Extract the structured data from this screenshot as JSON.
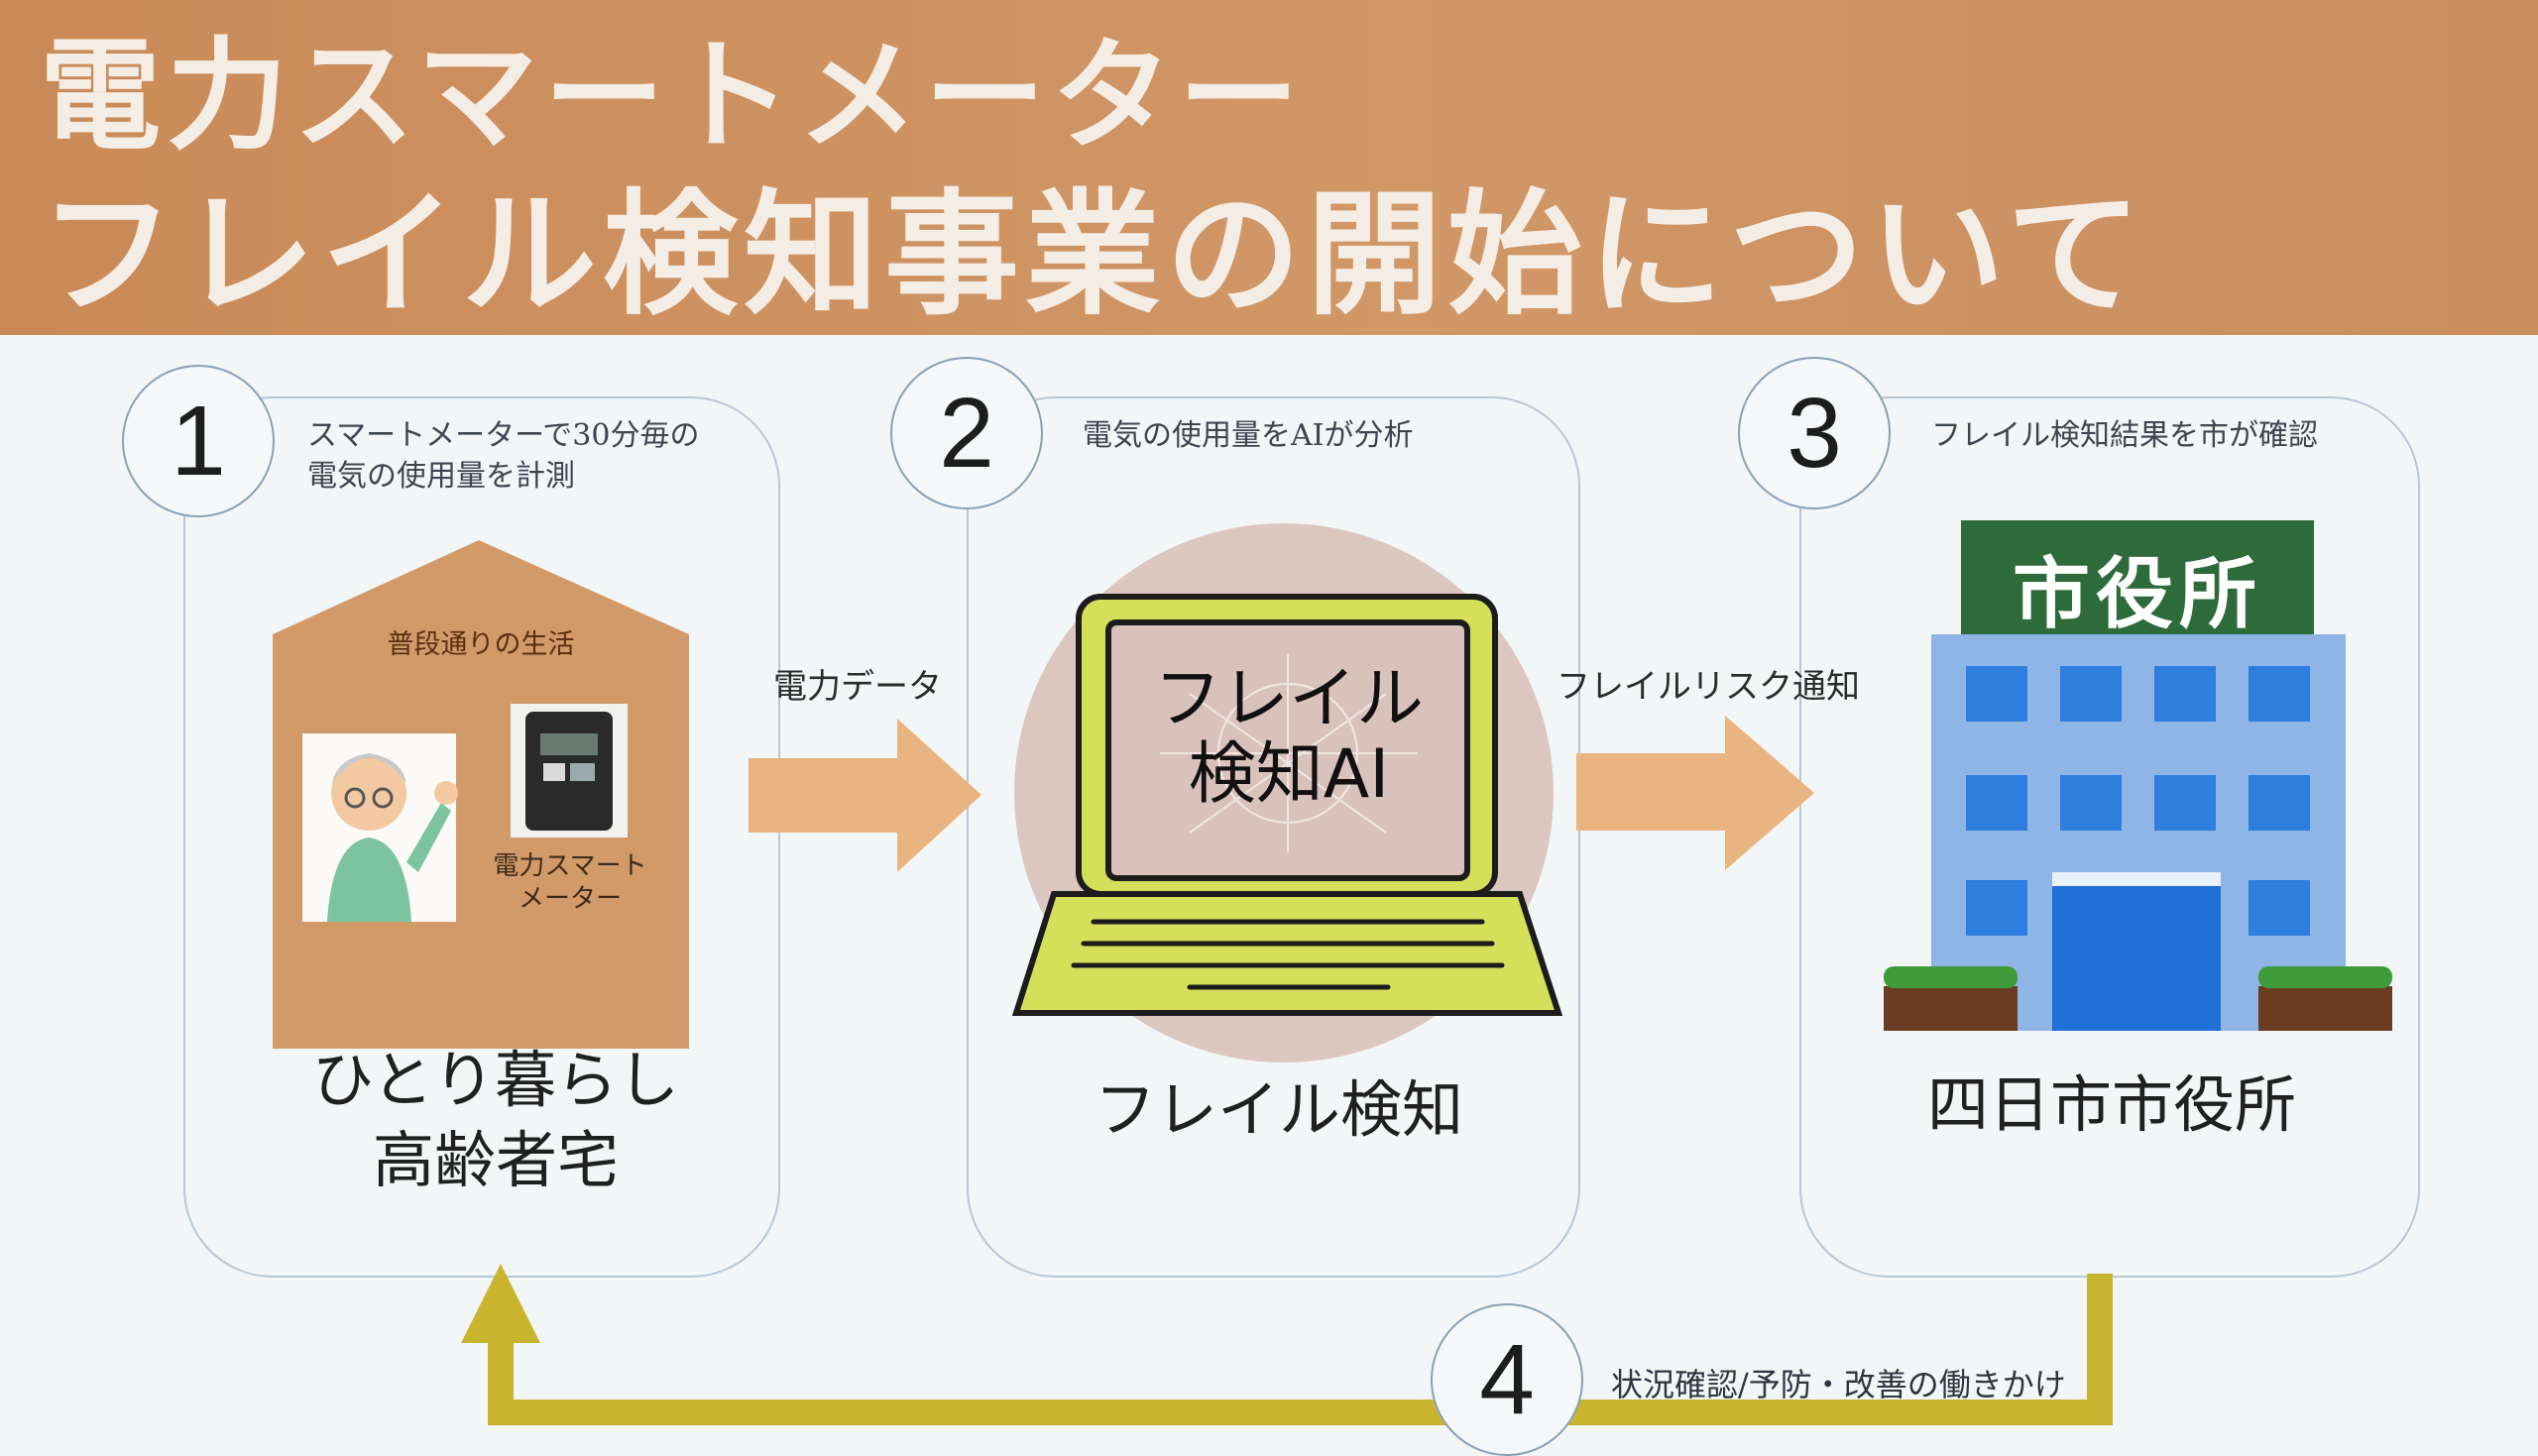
{
  "title": {
    "line1": "電力スマートメーター",
    "line2": "フレイル検知事業の開始について"
  },
  "steps": [
    {
      "number": "1",
      "description_lines": [
        "スマートメーターで30分毎の",
        "電気の使用量を計測"
      ],
      "caption_lines": [
        "ひとり暮らし",
        "高齢者宅"
      ],
      "house_label": "普段通りの生活",
      "meter_label_lines": [
        "電力スマート",
        "メーター"
      ]
    },
    {
      "number": "2",
      "description_lines": [
        "電気の使用量をAIが分析"
      ],
      "caption_lines": [
        "フレイル検知"
      ],
      "screen_lines": [
        "フレイル",
        "検知AI"
      ]
    },
    {
      "number": "3",
      "description_lines": [
        "フレイル検知結果を市が確認"
      ],
      "caption_lines": [
        "四日市市役所"
      ],
      "sign_text": "市役所"
    }
  ],
  "arrows": [
    {
      "label": "電力データ"
    },
    {
      "label": "フレイルリスク通知"
    }
  ],
  "loop": {
    "number": "4",
    "label": "状況確認/予防・改善の働きかけ"
  },
  "colors": {
    "header": "#cf9363",
    "house": "#d29a68",
    "arrow": "#e9b47f",
    "laptop": "#d4e05a",
    "loop_arrow": "#c9b430",
    "building": "#8fb4e6",
    "sign": "#2e6b3a"
  }
}
